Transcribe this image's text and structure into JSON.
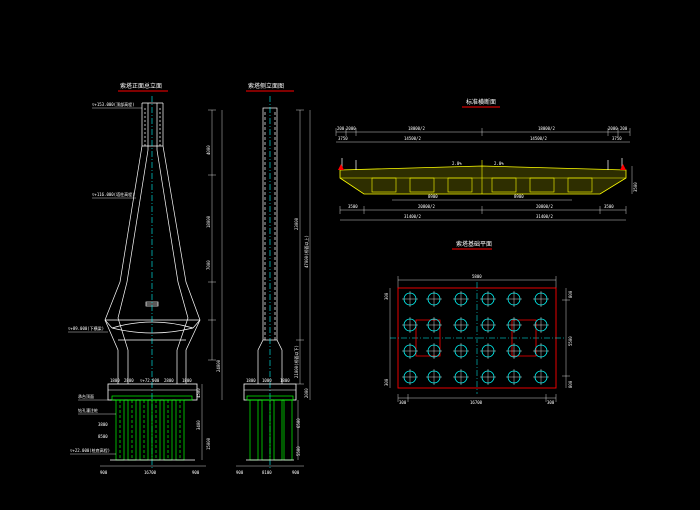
{
  "colors": {
    "background": "#000000",
    "outline": "#ffffff",
    "centerline": "#00ffff",
    "piles": "#00ff00",
    "title_underline": "#ff0000",
    "deck_fill": "#ffff00",
    "pile_cap_border": "#ff0000",
    "bearing": "#ff0000"
  },
  "views": {
    "front": {
      "title": "索塔正面总立面",
      "labels": {
        "top_elev": "▽+153.000(顶部高程)",
        "mid_elev": "▽+116.000(塔柱高程)",
        "beam_elev": "▽+89.000(下横梁)",
        "cap_top": "▽+72.000",
        "cap_label": "承台顶面",
        "pile_label": "钻孔灌注桩",
        "bottom_elev": "▽+22.000(桩底高程)"
      },
      "dims_right": [
        "4000",
        "18000",
        "7000",
        "24000"
      ],
      "dims_bottom": [
        "900",
        "16700",
        "900"
      ],
      "cap_dims": [
        "1800",
        "2800",
        "2800",
        "1800"
      ],
      "pile_dims": [
        "4500",
        "3400",
        "15000"
      ],
      "left_dims": [
        "8500",
        "3800"
      ]
    },
    "side": {
      "title": "索塔侧立面图",
      "dims_right": [
        "23000",
        "47000(桥面以上)",
        "21000(桥面以下)",
        "2000"
      ],
      "dims_bottom": [
        "900",
        "8100",
        "900"
      ],
      "cap_dims": [
        "1800",
        "1000",
        "1800"
      ],
      "pile_dims": [
        "6500",
        "5500"
      ]
    },
    "section": {
      "title": "标准横断面",
      "top_dims": [
        "200",
        "2000",
        "18000/2",
        "18000/2",
        "2000",
        "200"
      ],
      "sub_dims": [
        "3750",
        "14500/2",
        "14500/2",
        "3750"
      ],
      "bottom_dims": [
        "3500",
        "20800/2",
        "20800/2",
        "3500"
      ],
      "overall": [
        "31400/2",
        "31400/2"
      ],
      "inner_dims": [
        "8900",
        "8900"
      ],
      "deck_note": "2.0%",
      "right_height": "3500"
    },
    "plan": {
      "title": "索塔基础平面",
      "dims_top": "5800",
      "dims_bottom": [
        "300",
        "16700",
        "300"
      ],
      "dims_right": [
        "800",
        "5500",
        "800"
      ],
      "dims_left": [
        "300",
        "300"
      ]
    }
  }
}
